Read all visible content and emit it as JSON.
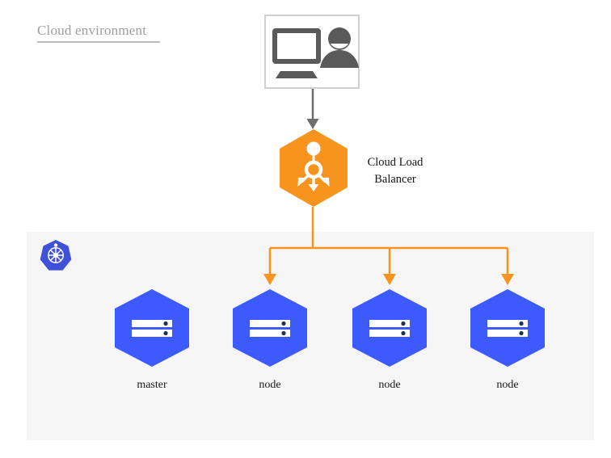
{
  "diagram": {
    "title": "Cloud environment",
    "colors": {
      "orange": "#f7941d",
      "node_blue": "#3d5afe",
      "k8s_blue": "#3f51d8",
      "panel_bg": "#f5f5f5",
      "client_icon_gray": "#5a5a5a",
      "client_border_gray": "#d0d0d0",
      "connector_gray": "#6e6e6e",
      "title_gray": "#9e9e9e"
    },
    "client": {
      "name": "client-workstation",
      "icons": [
        "monitor-icon",
        "user-icon"
      ]
    },
    "load_balancer": {
      "label_line_1": "Cloud Load",
      "label_line_2": "Balancer",
      "icon": "load-balancer-icon",
      "shape": "hexagon"
    },
    "cluster": {
      "badge_icon": "kubernetes-icon",
      "nodes": [
        {
          "label": "master",
          "icon": "server-icon",
          "shape": "hexagon"
        },
        {
          "label": "node",
          "icon": "server-icon",
          "shape": "hexagon"
        },
        {
          "label": "node",
          "icon": "server-icon",
          "shape": "hexagon"
        },
        {
          "label": "node",
          "icon": "server-icon",
          "shape": "hexagon"
        }
      ]
    },
    "connectors": {
      "client_to_lb": "arrow-down-gray",
      "lb_to_nodes": "fan-out-arrows-orange"
    }
  }
}
